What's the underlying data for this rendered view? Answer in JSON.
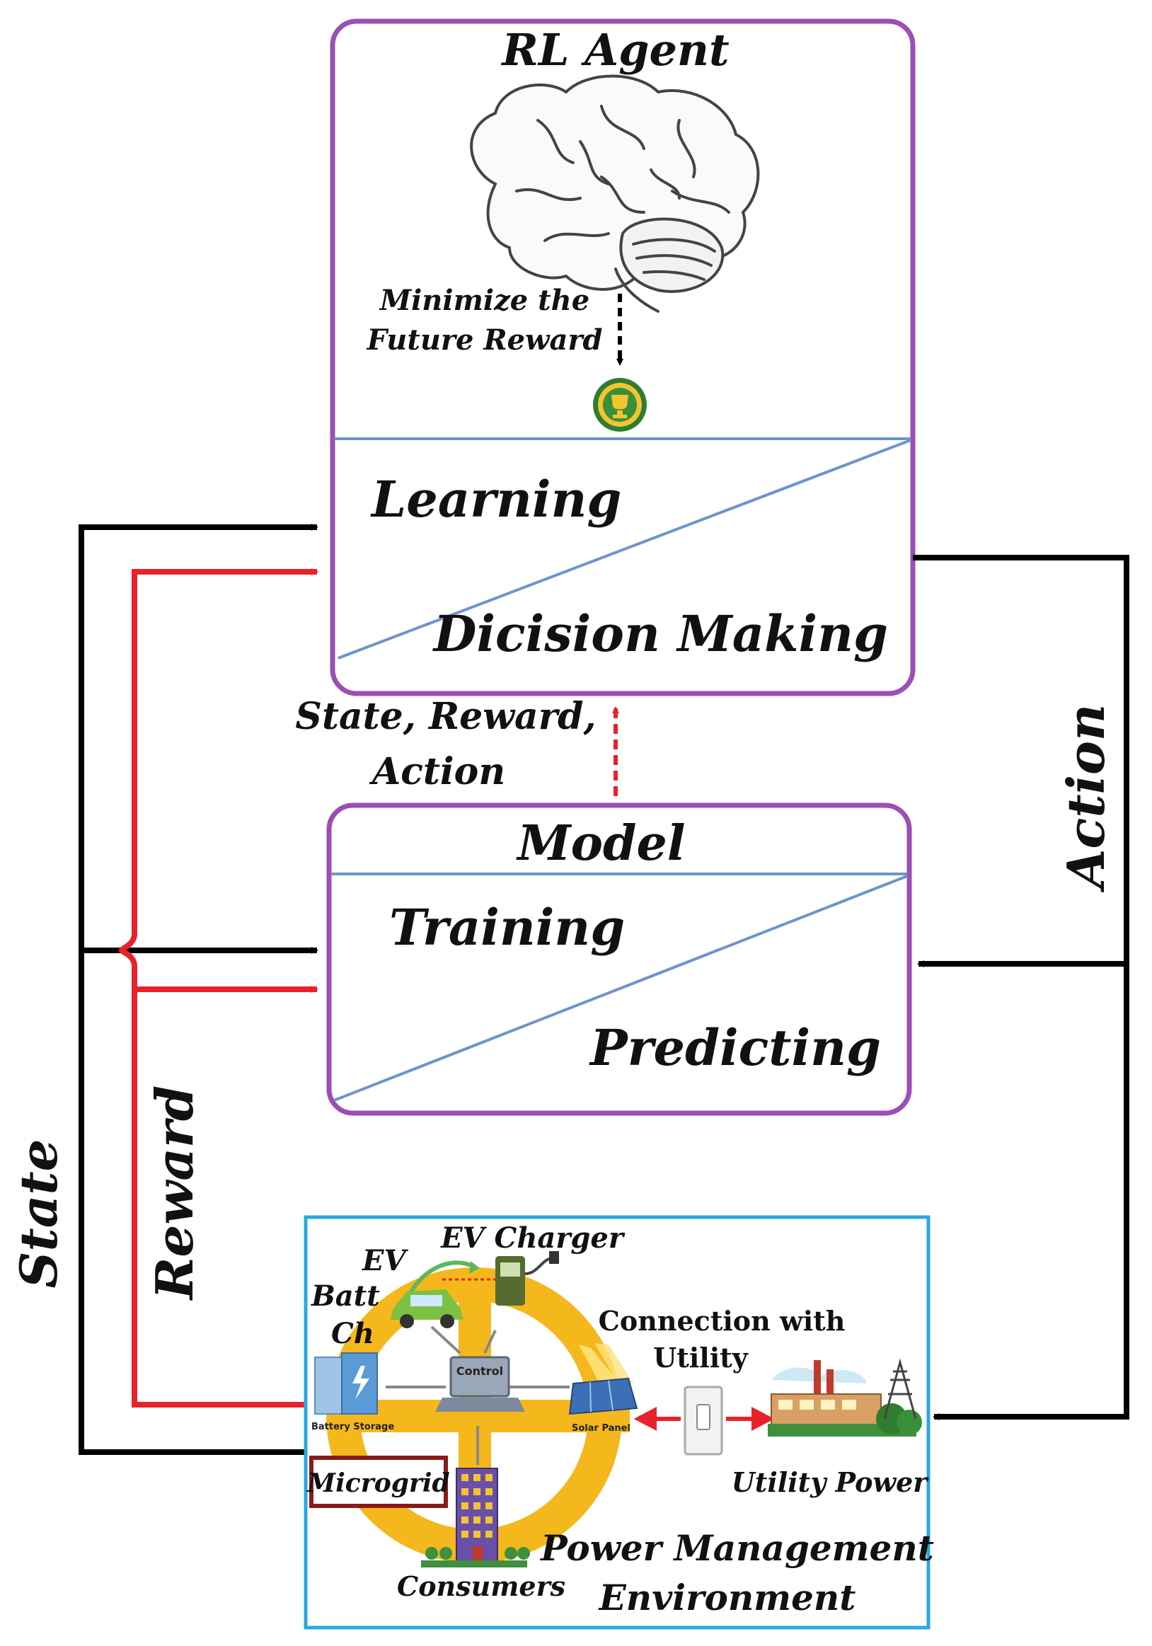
{
  "agent": {
    "title": "RL Agent",
    "goal_line1": "Minimize the",
    "goal_line2": "Future Reward",
    "learning": "Learning",
    "decision": "Dicision Making"
  },
  "feedback": {
    "line1": "State, Reward,",
    "line2": "Action"
  },
  "model": {
    "title": "Model",
    "training": "Training",
    "predicting": "Predicting"
  },
  "signals": {
    "state": "State",
    "reward": "Reward",
    "action": "Action"
  },
  "environment": {
    "ev": "EV",
    "batt": "Batt",
    "ch": "Ch",
    "ev_charger": "EV Charger",
    "control": "Control",
    "battery_storage": "Battery Storage",
    "solar_panel": "Solar Panel",
    "connection_line1": "Connection with",
    "connection_line2": "Utility",
    "utility_power": "Utility Power",
    "microgrid": "Microgrid",
    "consumers": "Consumers",
    "title_line1": "Power Management",
    "title_line2": "Environment"
  },
  "colors": {
    "agent_border": "#9b4fb5",
    "env_border": "#29a8e0",
    "divider": "#6f93cc",
    "state_arrow": "#000000",
    "reward_arrow": "#e8222a",
    "ring": "#f4b81c",
    "microgrid_border": "#8b1a1a"
  }
}
